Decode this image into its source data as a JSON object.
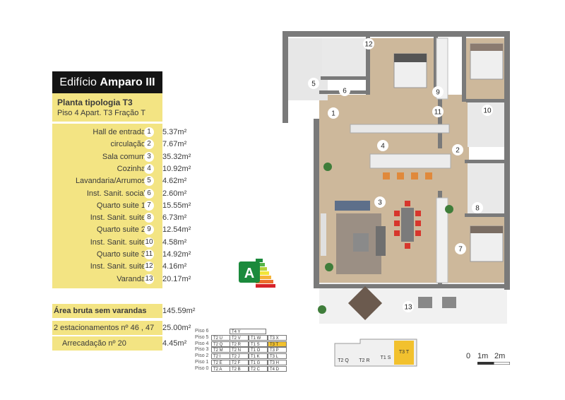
{
  "header": {
    "title_prefix": "Edifício",
    "title_bold": "Amparo III",
    "typology": "Planta tipologia T3",
    "unit_line": "Piso 4 Apart. T3 Fração T"
  },
  "rooms": [
    {
      "name": "Hall de entrada",
      "num": "1",
      "area": "5.37m²"
    },
    {
      "name": "circulação",
      "num": "2",
      "area": "7.67m²"
    },
    {
      "name": "Sala comum",
      "num": "3",
      "area": "35.32m²"
    },
    {
      "name": "Cozinha",
      "num": "4",
      "area": "10.92m²"
    },
    {
      "name": "Lavandaria/Arrumos",
      "num": "5",
      "area": "4.62m²"
    },
    {
      "name": "Inst. Sanit. social",
      "num": "6",
      "area": "2.60m²"
    },
    {
      "name": "Quarto suite 1",
      "num": "7",
      "area": "15.55m²"
    },
    {
      "name": "Inst. Sanit. suite",
      "num": "8",
      "area": "6.73m²"
    },
    {
      "name": "Quarto suite 2",
      "num": "9",
      "area": "12.54m²"
    },
    {
      "name": "Inst. Sanit. suite",
      "num": "10",
      "area": "4.58m²"
    },
    {
      "name": "Quarto suite 3",
      "num": "11",
      "area": "14.92m²"
    },
    {
      "name": "Inst. Sanit. suite",
      "num": "12",
      "area": "4.16m²"
    },
    {
      "name": "Varanda",
      "num": "13",
      "area": "20.17m²"
    }
  ],
  "totals": {
    "gross_label": "Área bruta sem varandas",
    "gross_value": "145.59m²",
    "parking_label": "2 estacionamentos nº 46 , 47",
    "parking_value": "25.00m²",
    "storage_label": "Arrecadação nº 20",
    "storage_value": "4.45m²"
  },
  "energy": {
    "label": "A",
    "icon": "energy-rating-icon",
    "colors": [
      "#1b8a3c",
      "#56b447",
      "#b6d13a",
      "#f2e53a",
      "#f6b53a",
      "#ec6e2c",
      "#d7232a"
    ]
  },
  "floors": [
    {
      "label": "Piso 6",
      "units": [
        "",
        "T4 Y",
        "",
        ""
      ]
    },
    {
      "label": "Piso 5",
      "units": [
        "T2 U",
        "T2 V",
        "T1 W",
        "T3 X"
      ]
    },
    {
      "label": "Piso 4",
      "units": [
        "T2 Q",
        "T2 R",
        "T1 S",
        "T3 T"
      ]
    },
    {
      "label": "Piso 3",
      "units": [
        "T2 M",
        "T2 N",
        "T1 O",
        "T3 P"
      ]
    },
    {
      "label": "Piso 2",
      "units": [
        "T2 I",
        "T2 J",
        "T1 K",
        "T3 L"
      ]
    },
    {
      "label": "Piso 1",
      "units": [
        "T2 E",
        "T2 F",
        "T1 G",
        "T3 H"
      ]
    },
    {
      "label": "Piso 0",
      "units": [
        "T2 A",
        "T2 B",
        "T2 C",
        "T4 D"
      ]
    }
  ],
  "key_plan": {
    "labels": [
      "T2 Q",
      "T2 R",
      "T1 S",
      "T3 T"
    ],
    "highlight": "T3 T"
  },
  "scale": {
    "labels": [
      "0",
      "1m",
      "2m"
    ]
  },
  "plan_labels": [
    "1",
    "2",
    "3",
    "4",
    "5",
    "6",
    "7",
    "8",
    "9",
    "10",
    "11",
    "12",
    "13"
  ],
  "colors": {
    "panel": "#f3e483",
    "highlight": "#f2c12e",
    "wall": "#7a7a7a",
    "wood": "#c9b497"
  }
}
